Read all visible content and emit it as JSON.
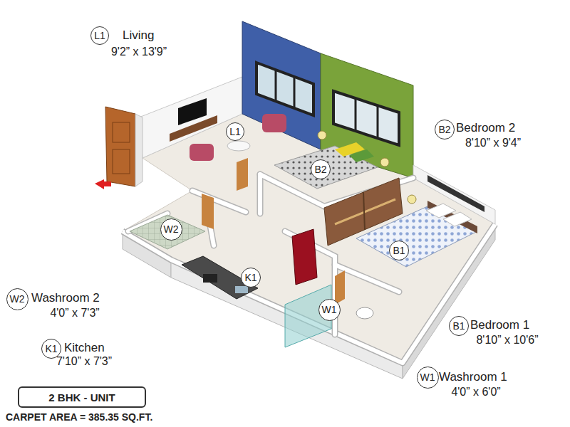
{
  "diagram": {
    "nodes": [
      {
        "text": [
          "L1"
        ]
      },
      {
        "text": [
          "B2"
        ]
      },
      {
        "text": [
          "L1"
        ]
      },
      {
        "text": [
          "B2"
        ]
      },
      {
        "text": [
          "W2"
        ]
      },
      {
        "text": [
          "B1"
        ]
      },
      {
        "text": [
          "K1"
        ]
      },
      {
        "text": [
          "W2"
        ]
      },
      {
        "text": [
          "W1"
        ]
      },
      {
        "text": [
          "B1"
        ]
      },
      {
        "text": [
          "K1"
        ]
      },
      {
        "text": [
          "W1"
        ]
      },
      {
        "text": [
          "2 BHK - UNIT"
        ]
      }
    ],
    "labels": [
      "Living",
      "9'2” x 13'9”",
      "Bedroom 2",
      "8'10” x 9'4”",
      "Washroom 2",
      "4'0” x 7'3”",
      "Bedroom 1",
      "8'10” x 10'6”",
      "Kitchen",
      "7'10” x 7'3”",
      "Washroom 1",
      "4'0” x 6'0”",
      "CARPET AREA = 385.35 SQ.FT."
    ]
  }
}
